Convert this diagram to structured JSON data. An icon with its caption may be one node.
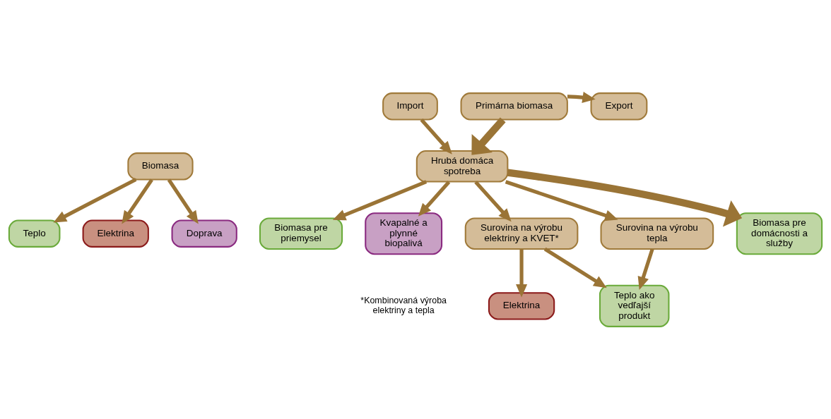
{
  "diagram": {
    "nodes": [
      {
        "text": [
          "Primárna biomasa"
        ]
      },
      {
        "text": [
          "Import"
        ]
      },
      {
        "text": [
          "Export"
        ]
      },
      {
        "text": [
          "Hrubá domáca spotreba"
        ]
      },
      {
        "text": [
          "Teplo"
        ]
      },
      {
        "text": [
          "Biomasa"
        ]
      },
      {
        "text": [
          "Elektrina"
        ]
      },
      {
        "text": [
          "Doprava"
        ]
      },
      {
        "text": [
          "Surovina na výrobu elektriny a KVET*"
        ]
      },
      {
        "text": [
          "Elektrina"
        ]
      },
      {
        "text": [
          "Surovina na výrobu tepla"
        ]
      },
      {
        "text": [
          "Teplo ako vedľajší produkt"
        ]
      },
      {
        "text": [
          "Biomasa pre domácnosti a služby"
        ]
      },
      {
        "text": [
          "Biomasa pre priemysel"
        ]
      },
      {
        "text": [
          "Kvapalné a plynné biopalivá"
        ]
      }
    ],
    "edges": [
      {
        "from": 0,
        "to": 3,
        "arrow": "to",
        "style": "thick"
      },
      {
        "from": 1,
        "to": 3,
        "arrow": "to"
      },
      {
        "from": 0,
        "to": 2,
        "arrow": "to"
      },
      {
        "from": 5,
        "to": 4,
        "arrow": "to"
      },
      {
        "from": 5,
        "to": 6,
        "arrow": "to"
      },
      {
        "from": 5,
        "to": 7,
        "arrow": "to"
      },
      {
        "from": 3,
        "to": 8,
        "arrow": "to"
      },
      {
        "from": 3,
        "to": 10,
        "arrow": "to"
      },
      {
        "from": 3,
        "to": 12,
        "arrow": "to",
        "style": "thick"
      },
      {
        "from": 3,
        "to": 13,
        "arrow": "to"
      },
      {
        "from": 3,
        "to": 14,
        "arrow": "to"
      },
      {
        "from": 8,
        "to": 9,
        "arrow": "to"
      },
      {
        "from": 8,
        "to": 11,
        "arrow": "to"
      },
      {
        "from": 10,
        "to": 11,
        "arrow": "to"
      }
    ],
    "labels": [
      "*Kombinovaná výroba elektriny a tepla"
    ]
  }
}
